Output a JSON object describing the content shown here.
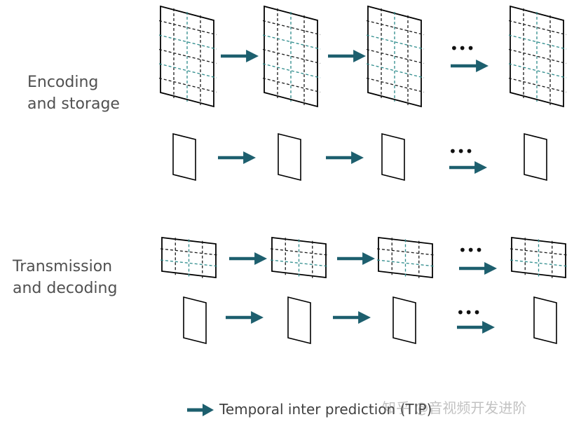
{
  "labels": {
    "encoding_line1": "Encoding",
    "encoding_line2": "and storage",
    "transmission_line1": "Transmission",
    "transmission_line2": "and decoding"
  },
  "ellipsis": "•••",
  "legend": {
    "text": "Temporal inter prediction (TIP)"
  },
  "watermark": "知乎 @音视频开发进阶",
  "colors": {
    "arrow": "#1d5f6e",
    "grid_teal": "#2e8c8c",
    "grid_dark": "#1a1a1a",
    "frame_stroke": "#000000",
    "label_text": "#505050"
  }
}
